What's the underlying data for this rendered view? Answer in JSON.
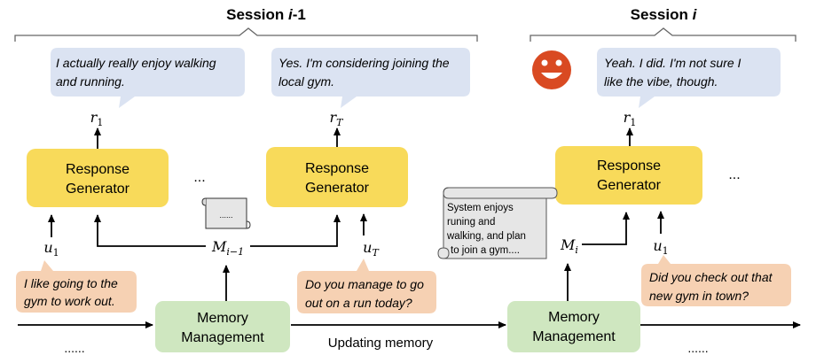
{
  "sessions": {
    "prev_label": "Session i-1",
    "prev_label_parts": {
      "word": "Session ",
      "var": "i",
      "suffix": "-1"
    },
    "curr_label_parts": {
      "word": "Session ",
      "var": "i"
    }
  },
  "bubbles": {
    "b1": [
      "I actually really enjoy walking",
      "and running."
    ],
    "b2": [
      "Yes. I'm considering joining the",
      "local gym."
    ],
    "b3": [
      "Yeah. I did. I'm not sure I",
      "like the vibe, though."
    ],
    "u1_prev": [
      "I like going to the",
      "gym to work out."
    ],
    "uT": [
      "Do you manage to go",
      "out on a run today?"
    ],
    "u1_curr": [
      "Did you check out that",
      "new gym in town?"
    ]
  },
  "generators": {
    "line1": "Response",
    "line2": "Generator"
  },
  "memory_mgmt": {
    "line1": "Memory",
    "line2": "Management"
  },
  "symbols": {
    "r": "r",
    "sub1": "1",
    "subT": "T",
    "u": "u",
    "M": "M",
    "sub_prev": "i−1",
    "sub_curr": "i"
  },
  "scroll_note": [
    "System enjoys",
    "runing and",
    "walking, and plan",
    "to join a gym...."
  ],
  "scroll_dots": "......",
  "ellipsis": "...",
  "timeline_dots": "......",
  "timeline_label": "Updating memory",
  "colors": {
    "bubble_blue": "#dbe3f2",
    "bubble_orange": "#f6d1b3",
    "generator_yellow": "#f8da5a",
    "memory_green": "#cfe7c0",
    "smiley_red": "#d94a22",
    "scroll_gray": "#e6e6e6",
    "bracket_gray": "#666666"
  }
}
